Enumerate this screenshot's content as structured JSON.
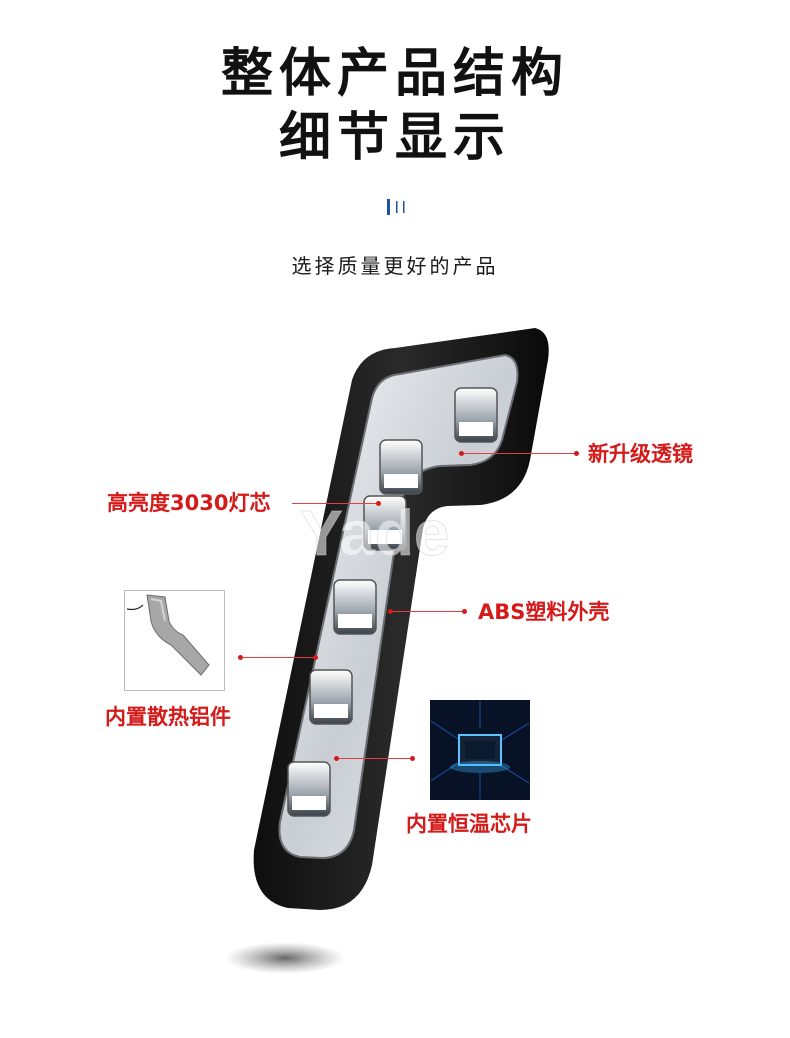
{
  "header": {
    "title_line1": "整体产品结构",
    "title_line2": "细节显示",
    "subtitle": "选择质量更好的产品"
  },
  "product": {
    "watermark": "Yade",
    "led_count": 6
  },
  "callouts": {
    "lens": "新升级透镜",
    "led_chip": "高亮度3030灯芯",
    "shell": "ABS塑料外壳",
    "heatsink": "内置散热铝件",
    "thermostat": "内置恒温芯片"
  },
  "colors": {
    "accent_red": "#d51a1a",
    "title": "#111111",
    "divider_blue": "#1f4fa8",
    "housing": "#1b1b1b"
  }
}
